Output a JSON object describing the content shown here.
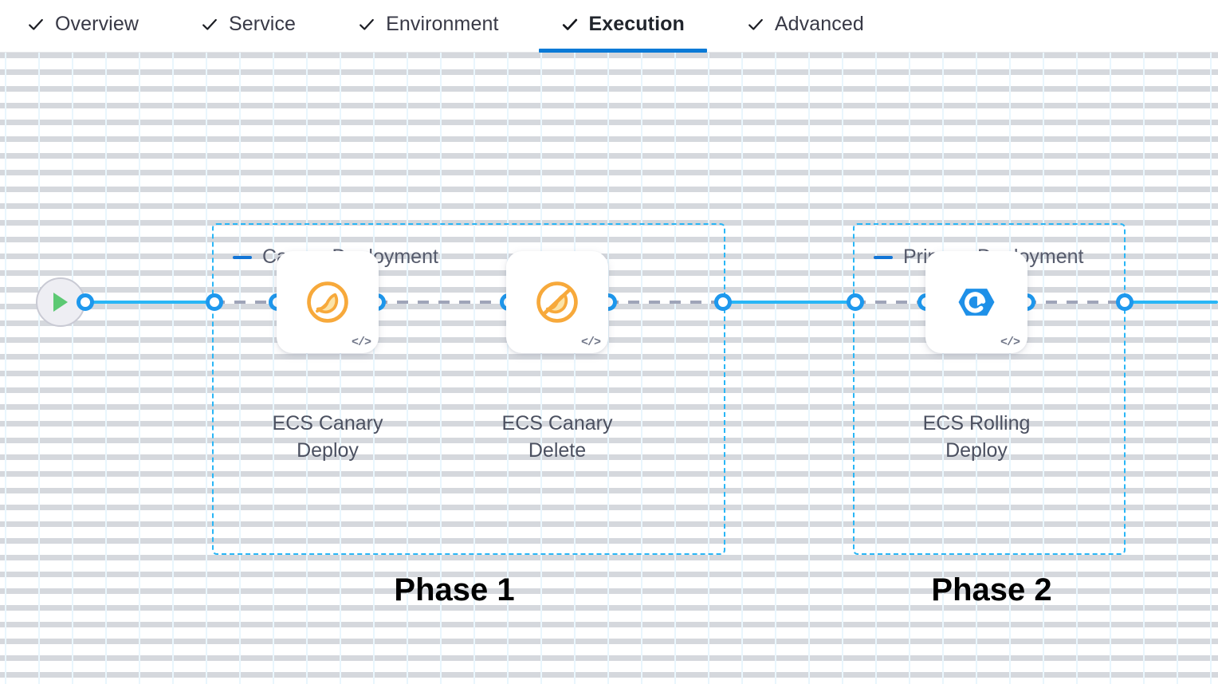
{
  "tabs": [
    {
      "label": "Overview",
      "icon": "check-icon",
      "active": false
    },
    {
      "label": "Service",
      "icon": "check-icon",
      "active": false
    },
    {
      "label": "Environment",
      "icon": "check-icon",
      "active": false
    },
    {
      "label": "Execution",
      "icon": "check-icon",
      "active": true
    },
    {
      "label": "Advanced",
      "icon": "check-icon",
      "active": false
    }
  ],
  "colors": {
    "accent_blue": "#0a7ad6",
    "edge_blue": "#29b6f6",
    "port_blue": "#1e98ed",
    "group_border": "#29b6f6",
    "collapse_dash": "#1275d6",
    "canary_orange": "#f5a623",
    "rolling_blue": "#1e90e8",
    "play_green": "#5cc973",
    "dashed_edge_gray": "#9fa4b8",
    "label_gray": "#4b5060",
    "phase_black": "#000000"
  },
  "canvas": {
    "start_node": {
      "name": "pipeline-start",
      "icon": "play-icon"
    },
    "groups": [
      {
        "id": "canary-deployment",
        "title": "Canary Deployment",
        "collapse_icon": "minus-icon",
        "phase_caption": "Phase 1",
        "nodes": [
          {
            "id": "ecs-canary-deploy",
            "label": "ECS Canary\nDeploy",
            "icon": "canary-bird-icon",
            "badge_icon": "code-icon"
          },
          {
            "id": "ecs-canary-delete",
            "label": "ECS Canary\nDelete",
            "icon": "canary-bird-delete-icon",
            "badge_icon": "code-icon"
          }
        ]
      },
      {
        "id": "primary-deployment",
        "title": "Primary Deployment",
        "collapse_icon": "minus-icon",
        "phase_caption": "Phase 2",
        "nodes": [
          {
            "id": "ecs-rolling-deploy",
            "label": "ECS Rolling\nDeploy",
            "icon": "rolling-deploy-icon",
            "badge_icon": "code-icon"
          }
        ]
      }
    ]
  }
}
